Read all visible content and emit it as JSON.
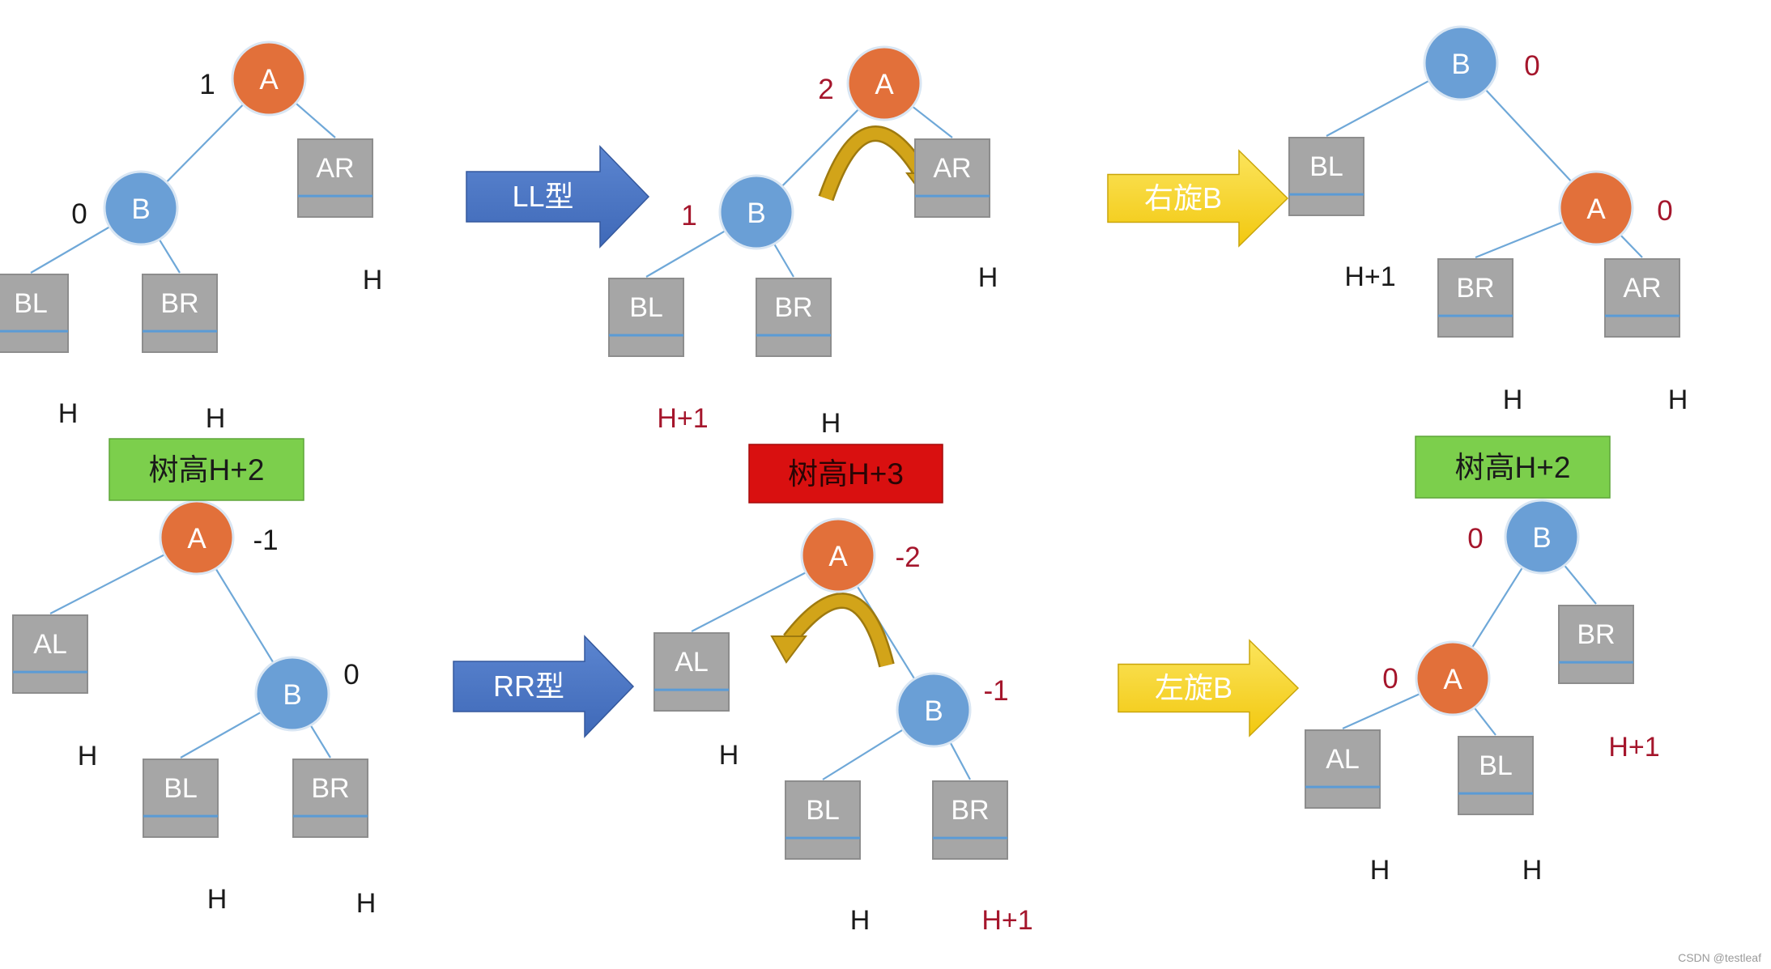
{
  "colors": {
    "node_a": "#E2703A",
    "node_b": "#6A9FD6",
    "subtree_fill": "#A6A6A6",
    "subtree_line": "#5B9BD5",
    "edge": "#6FA8D8",
    "arrow_blue": "#4472C4",
    "arrow_yellow": "#F7D21E",
    "label_green": "#7CCF4C",
    "label_red": "#D91010",
    "text_dark": "#1A1A1A",
    "text_red": "#A5162C",
    "rotate_arrow": "#D2A419"
  },
  "diagrams": [
    {
      "id": "ll-before",
      "nodes": [
        {
          "label": "A",
          "kind": "a",
          "balance": "1",
          "balance_color": "dark"
        },
        {
          "label": "B",
          "kind": "b",
          "balance": "0",
          "balance_color": "dark"
        }
      ],
      "subtrees": [
        {
          "label": "AR",
          "height": "H",
          "height_color": "dark"
        },
        {
          "label": "BL",
          "height": "H",
          "height_color": "dark"
        },
        {
          "label": "BR",
          "height": "H",
          "height_color": "dark"
        }
      ]
    },
    {
      "id": "ll-unbalanced",
      "nodes": [
        {
          "label": "A",
          "kind": "a",
          "balance": "2",
          "balance_color": "red"
        },
        {
          "label": "B",
          "kind": "b",
          "balance": "1",
          "balance_color": "red"
        }
      ],
      "subtrees": [
        {
          "label": "AR",
          "height": "H",
          "height_color": "dark"
        },
        {
          "label": "BL",
          "height": "H+1",
          "height_color": "red"
        },
        {
          "label": "BR",
          "height": "H",
          "height_color": "dark"
        }
      ]
    },
    {
      "id": "ll-after",
      "nodes": [
        {
          "label": "B",
          "kind": "b",
          "balance": "0",
          "balance_color": "red"
        },
        {
          "label": "A",
          "kind": "a",
          "balance": "0",
          "balance_color": "red"
        }
      ],
      "subtrees": [
        {
          "label": "BL",
          "height": "H+1",
          "height_color": "dark"
        },
        {
          "label": "BR",
          "height": "H",
          "height_color": "dark"
        },
        {
          "label": "AR",
          "height": "H",
          "height_color": "dark"
        }
      ]
    },
    {
      "id": "rr-before",
      "nodes": [
        {
          "label": "A",
          "kind": "a",
          "balance": "-1",
          "balance_color": "dark"
        },
        {
          "label": "B",
          "kind": "b",
          "balance": "0",
          "balance_color": "dark"
        }
      ],
      "subtrees": [
        {
          "label": "AL",
          "height": "H",
          "height_color": "dark"
        },
        {
          "label": "BL",
          "height": "H",
          "height_color": "dark"
        },
        {
          "label": "BR",
          "height": "H",
          "height_color": "dark"
        }
      ]
    },
    {
      "id": "rr-unbalanced",
      "nodes": [
        {
          "label": "A",
          "kind": "a",
          "balance": "-2",
          "balance_color": "red"
        },
        {
          "label": "B",
          "kind": "b",
          "balance": "-1",
          "balance_color": "red"
        }
      ],
      "subtrees": [
        {
          "label": "AL",
          "height": "H",
          "height_color": "dark"
        },
        {
          "label": "BL",
          "height": "H",
          "height_color": "dark"
        },
        {
          "label": "BR",
          "height": "H+1",
          "height_color": "red"
        }
      ]
    },
    {
      "id": "rr-after",
      "nodes": [
        {
          "label": "B",
          "kind": "b",
          "balance": "0",
          "balance_color": "red"
        },
        {
          "label": "A",
          "kind": "a",
          "balance": "0",
          "balance_color": "red"
        }
      ],
      "subtrees": [
        {
          "label": "BR",
          "height": "H+1",
          "height_color": "red"
        },
        {
          "label": "AL",
          "height": "H",
          "height_color": "dark"
        },
        {
          "label": "BL",
          "height": "H",
          "height_color": "dark"
        }
      ]
    }
  ],
  "arrows": [
    {
      "text": "LL型",
      "style": "blue"
    },
    {
      "text": "右旋B",
      "style": "yellow"
    },
    {
      "text": "RR型",
      "style": "blue"
    },
    {
      "text": "左旋B",
      "style": "yellow"
    }
  ],
  "height_labels": [
    {
      "text": "树高H+2",
      "style": "green"
    },
    {
      "text": "树高H+3",
      "style": "red"
    },
    {
      "text": "树高H+2",
      "style": "green"
    }
  ],
  "watermark": "CSDN @testleaf"
}
